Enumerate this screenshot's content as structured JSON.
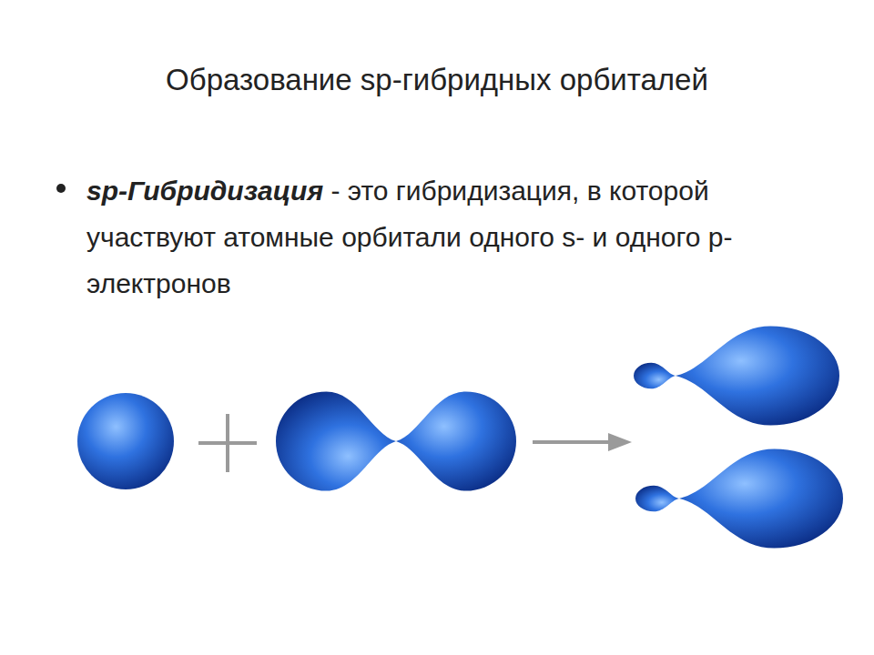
{
  "diagram": {
    "title": "Образование sp-гибридных орбиталей",
    "labels": [
      "sp-Гибридизация",
      "- это гибридизация, в которой участвуют атомные орбитали одного s- и одного p-электронов"
    ]
  }
}
